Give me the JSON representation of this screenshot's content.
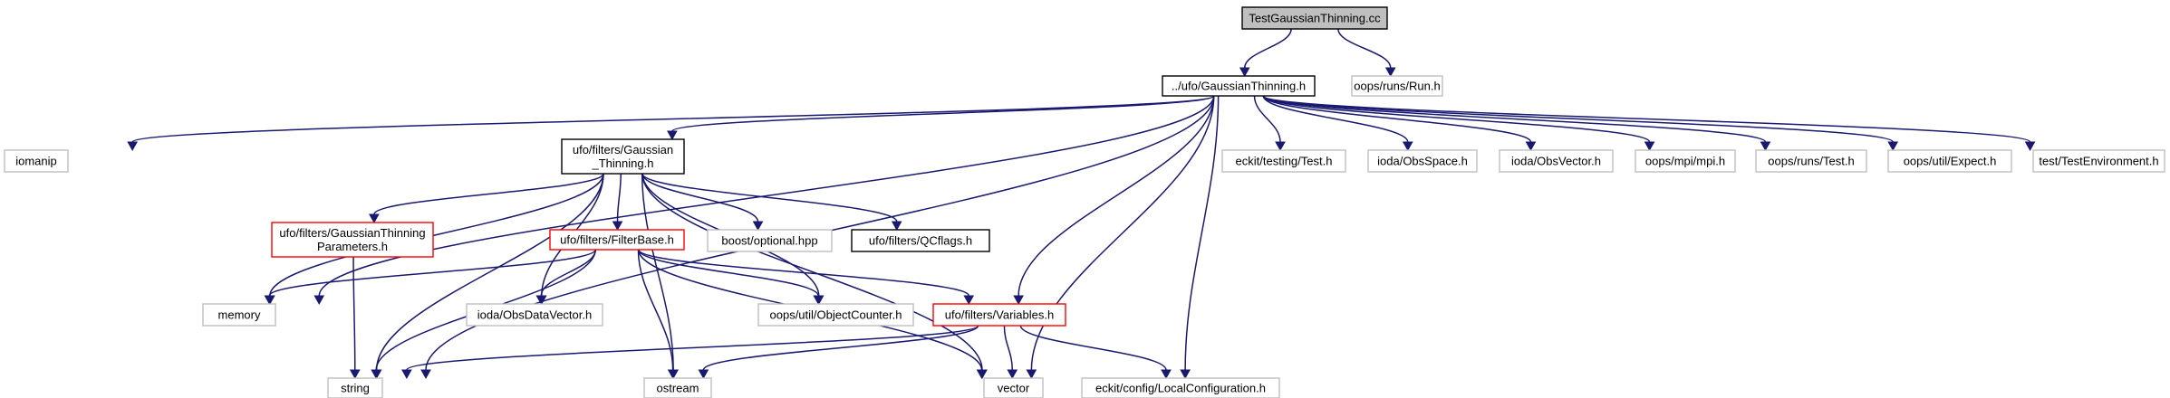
{
  "colors": {
    "edge": "#191970",
    "root_fill": "#bfbfbf",
    "root_border": "#000000",
    "documented_border": "#000000",
    "undocumented_border": "#bfbfbf",
    "truncated_border": "#ff0000",
    "node_fill": "#ffffff"
  },
  "nodes": [
    {
      "id": "root",
      "lines": [
        "TestGaussianThinning.cc"
      ],
      "style": "root"
    },
    {
      "id": "gth",
      "lines": [
        "../ufo/GaussianThinning.h"
      ],
      "style": "documented"
    },
    {
      "id": "run",
      "lines": [
        "oops/runs/Run.h"
      ],
      "style": "undocumented"
    },
    {
      "id": "iomanip",
      "lines": [
        "iomanip"
      ],
      "style": "undocumented"
    },
    {
      "id": "fgt",
      "lines": [
        "ufo/filters/Gaussian",
        "_Thinning.h"
      ],
      "style": "documented"
    },
    {
      "id": "ecktest",
      "lines": [
        "eckit/testing/Test.h"
      ],
      "style": "undocumented"
    },
    {
      "id": "obsspace",
      "lines": [
        "ioda/ObsSpace.h"
      ],
      "style": "undocumented"
    },
    {
      "id": "obsvector",
      "lines": [
        "ioda/ObsVector.h"
      ],
      "style": "undocumented"
    },
    {
      "id": "mpi",
      "lines": [
        "oops/mpi/mpi.h"
      ],
      "style": "undocumented"
    },
    {
      "id": "runtest",
      "lines": [
        "oops/runs/Test.h"
      ],
      "style": "undocumented"
    },
    {
      "id": "expect",
      "lines": [
        "oops/util/Expect.h"
      ],
      "style": "undocumented"
    },
    {
      "id": "testenv",
      "lines": [
        "test/TestEnvironment.h"
      ],
      "style": "undocumented"
    },
    {
      "id": "gtp",
      "lines": [
        "ufo/filters/GaussianThinning",
        "Parameters.h"
      ],
      "style": "truncated"
    },
    {
      "id": "fbase",
      "lines": [
        "ufo/filters/FilterBase.h"
      ],
      "style": "truncated"
    },
    {
      "id": "boostopt",
      "lines": [
        "boost/optional.hpp"
      ],
      "style": "undocumented"
    },
    {
      "id": "qcflags",
      "lines": [
        "ufo/filters/QCflags.h"
      ],
      "style": "documented"
    },
    {
      "id": "memory",
      "lines": [
        "memory"
      ],
      "style": "undocumented"
    },
    {
      "id": "obsdv",
      "lines": [
        "ioda/ObsDataVector.h"
      ],
      "style": "undocumented"
    },
    {
      "id": "objcounter",
      "lines": [
        "oops/util/ObjectCounter.h"
      ],
      "style": "undocumented"
    },
    {
      "id": "variables",
      "lines": [
        "ufo/filters/Variables.h"
      ],
      "style": "truncated"
    },
    {
      "id": "string",
      "lines": [
        "string"
      ],
      "style": "undocumented"
    },
    {
      "id": "ostream",
      "lines": [
        "ostream"
      ],
      "style": "undocumented"
    },
    {
      "id": "vector",
      "lines": [
        "vector"
      ],
      "style": "undocumented"
    },
    {
      "id": "localconf",
      "lines": [
        "eckit/config/LocalConfiguration.h"
      ],
      "style": "undocumented"
    }
  ],
  "edges": [
    [
      "root",
      "gth"
    ],
    [
      "root",
      "run"
    ],
    [
      "gth",
      "iomanip"
    ],
    [
      "gth",
      "fgt"
    ],
    [
      "gth",
      "ecktest"
    ],
    [
      "gth",
      "obsspace"
    ],
    [
      "gth",
      "obsvector"
    ],
    [
      "gth",
      "mpi"
    ],
    [
      "gth",
      "runtest"
    ],
    [
      "gth",
      "expect"
    ],
    [
      "gth",
      "testenv"
    ],
    [
      "gth",
      "memory"
    ],
    [
      "gth",
      "string"
    ],
    [
      "gth",
      "variables"
    ],
    [
      "gth",
      "vector"
    ],
    [
      "gth",
      "localconf"
    ],
    [
      "fgt",
      "gtp"
    ],
    [
      "fgt",
      "fbase"
    ],
    [
      "fgt",
      "boostopt"
    ],
    [
      "fgt",
      "qcflags"
    ],
    [
      "fgt",
      "memory"
    ],
    [
      "fgt",
      "obsdv"
    ],
    [
      "fgt",
      "objcounter"
    ],
    [
      "fgt",
      "string"
    ],
    [
      "fgt",
      "ostream"
    ],
    [
      "fgt",
      "vector"
    ],
    [
      "gtp",
      "string"
    ],
    [
      "fbase",
      "memory"
    ],
    [
      "fbase",
      "obsdv"
    ],
    [
      "fbase",
      "objcounter"
    ],
    [
      "fbase",
      "variables"
    ],
    [
      "fbase",
      "string"
    ],
    [
      "fbase",
      "ostream"
    ],
    [
      "fbase",
      "vector"
    ],
    [
      "variables",
      "string"
    ],
    [
      "variables",
      "ostream"
    ],
    [
      "variables",
      "vector"
    ],
    [
      "variables",
      "localconf"
    ]
  ]
}
